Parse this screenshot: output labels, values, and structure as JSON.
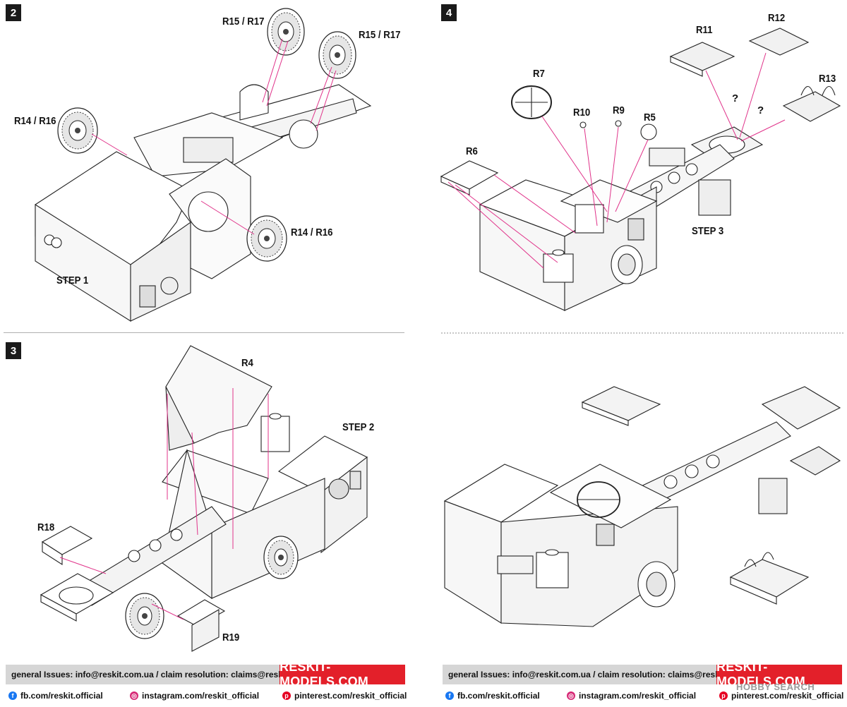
{
  "accent": "#e3202a",
  "leader_color": "#e0338a",
  "steps": {
    "s2": {
      "badge": "2",
      "labels": {
        "r15a": "R15 / R17",
        "r15b": "R15 / R17",
        "r14a": "R14 / R16",
        "r14b": "R14 / R16",
        "step": "STEP 1"
      }
    },
    "s4": {
      "badge": "4",
      "labels": {
        "r11": "R11",
        "r12": "R12",
        "r13": "R13",
        "r7": "R7",
        "r10": "R10",
        "r9": "R9",
        "r5": "R5",
        "r6": "R6",
        "step": "STEP 3",
        "q1": "?",
        "q2": "?"
      }
    },
    "s3": {
      "badge": "3",
      "labels": {
        "r4": "R4",
        "step": "STEP 2",
        "r18": "R18",
        "r19": "R19"
      }
    }
  },
  "footer": {
    "issues": "general Issues: info@reskit.com.ua / claim resolution: claims@reskit.com.ua",
    "brand": "RESKIT-MODELS.COM",
    "facebook": "fb.com/reskit.official",
    "instagram": "instagram.com/reskit_official",
    "pinterest": "pinterest.com/reskit_official"
  },
  "watermark": "HOBBY SEARCH",
  "icons": [
    "facebook-icon",
    "instagram-icon",
    "pinterest-icon",
    "wheel-icon"
  ]
}
